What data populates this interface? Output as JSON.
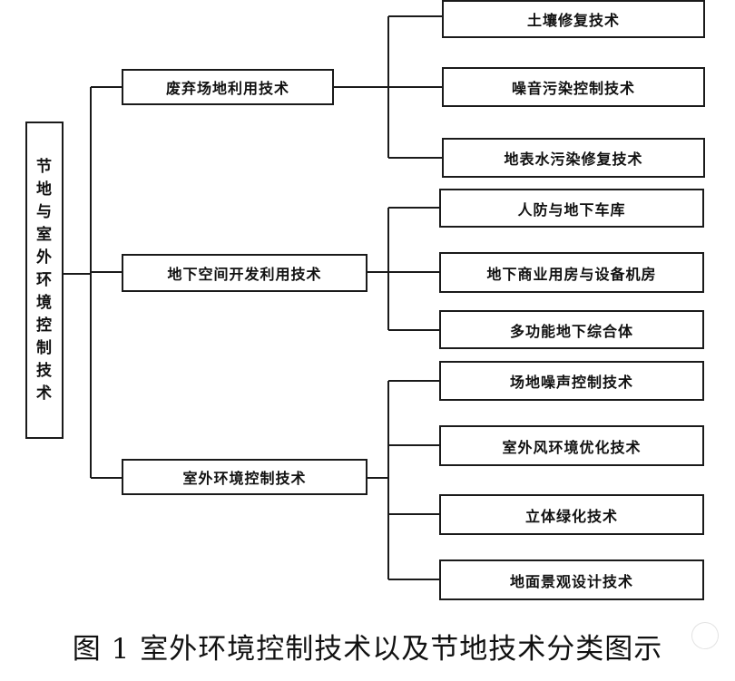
{
  "root": {
    "label": [
      "节",
      "地",
      "与",
      "室",
      "外",
      "环",
      "境",
      "控",
      "制",
      "技",
      "术"
    ]
  },
  "branches": [
    {
      "label": "废弃场地利用技术",
      "children": [
        "土壤修复技术",
        "噪音污染控制技术",
        "地表水污染修复技术"
      ]
    },
    {
      "label": "地下空间开发利用技术",
      "children": [
        "人防与地下车库",
        "地下商业用房与设备机房",
        "多功能地下综合体"
      ]
    },
    {
      "label": "室外环境控制技术",
      "children": [
        "场地噪声控制技术",
        "室外风环境优化技术",
        "立体绿化技术",
        "地面景观设计技术"
      ]
    }
  ],
  "caption": "图 1  室外环境控制技术以及节地技术分类图示"
}
